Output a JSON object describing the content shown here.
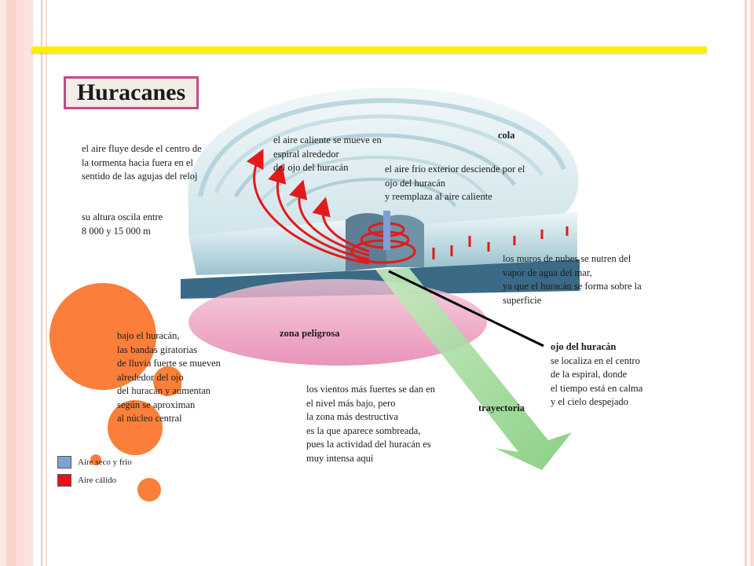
{
  "title": "Huracanes",
  "labels": {
    "outflow": [
      "el aire fluye desde el centro de",
      "la tormenta hacia fuera en el",
      "sentido de las agujas del reloj"
    ],
    "altitude": [
      "su altura oscila entre",
      "8 000 y 15 000 m"
    ],
    "warm_air": [
      "el aire caliente se mueve en",
      "espiral alrededor",
      "del ojo del huracán"
    ],
    "tail": "cola",
    "cold_air": [
      "el aire frío exterior desciende por el",
      "ojo del huracán",
      "y reemplaza al aire caliente"
    ],
    "walls": [
      "los muros de nubes se nutren del",
      "vapor de agua del mar,",
      "ya que el huracán se forma sobre la",
      "superficie"
    ],
    "danger_zone": "zona peligrosa",
    "rain_bands": [
      "bajo el huracán,",
      "las bandas giratorias",
      "de lluvia fuerte se mueven",
      "alrededor del ojo",
      "del huracán y aumentan",
      "según se aproximan",
      "al núcleo central"
    ],
    "eye_title": "ojo del huracán",
    "eye_desc": [
      "se localiza en el centro",
      "de la espiral, donde",
      "el tiempo está en calma",
      "y el cielo despejado"
    ],
    "winds": [
      "los vientos más fuertes se dan en",
      "el nivel más bajo, pero",
      "la zona más destructiva",
      "es la que aparece sombreada,",
      "pues la actividad del huracán es",
      "muy intensa aquí"
    ],
    "trajectory": "trayectoria"
  },
  "legend": [
    {
      "label": "Aire seco y frío",
      "color": "#7f9fd6"
    },
    {
      "label": "Aire cálido",
      "color": "#e8101a"
    }
  ],
  "colors": {
    "accent_yellow": "#ffee00",
    "title_border": "#c44a87",
    "circle_orange": "#fb7f3a",
    "warm_arrow": "#e21a1a",
    "trajectory_green": "#8fd48a",
    "danger_pink": "#e37aa8"
  }
}
